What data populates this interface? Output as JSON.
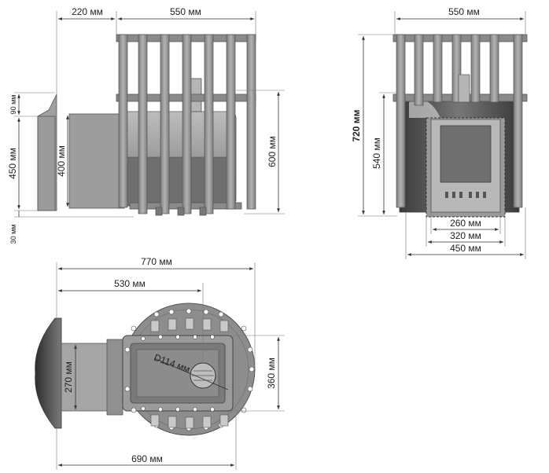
{
  "side_view": {
    "dims": {
      "width_tunnel": "220 мм",
      "width_body": "550 мм",
      "top_offset": "90 мм",
      "tunnel_height_outer": "450 мм",
      "tunnel_height_inner": "400 мм",
      "bottom_offset": "30 мм",
      "body_height": "600 мм"
    }
  },
  "front_view": {
    "dims": {
      "width_top": "550 мм",
      "total_height": "720 мм",
      "door_height": "540 мм",
      "door_inner": "260 мм",
      "door_middle": "320 мм",
      "door_outer": "450 мм"
    }
  },
  "top_view": {
    "dims": {
      "total_length": "770 мм",
      "length_to_chimney": "530 мм",
      "tunnel_width": "270 мм",
      "firebox_width": "360 мм",
      "chimney_diameter": "D114 мм",
      "base_length": "690 мм"
    }
  },
  "colors": {
    "steel": "#8f8f8f",
    "steel_dark": "#5a5a5a",
    "glass": "#6e6e6e",
    "line": "#333333"
  }
}
